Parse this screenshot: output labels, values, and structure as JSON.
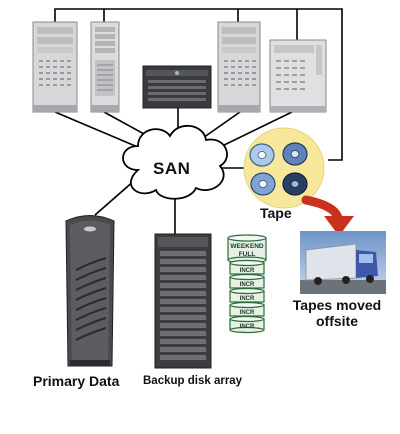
{
  "labels": {
    "san": "SAN",
    "tape": "Tape",
    "offsite_line1": "Tapes moved",
    "offsite_line2": "offsite",
    "primary": "Primary Data",
    "backup": "Backup disk array"
  },
  "disk_stack": [
    "WEEKEND FULL",
    "INCR",
    "INCR",
    "INCR",
    "INCR",
    "INCR"
  ],
  "colors": {
    "tape_panel": "#f7e79a",
    "arrow": "#c8321e",
    "cloud_stroke": "#000000",
    "cartridge_a": "#aec9e8",
    "cartridge_b": "#2a3f66"
  }
}
